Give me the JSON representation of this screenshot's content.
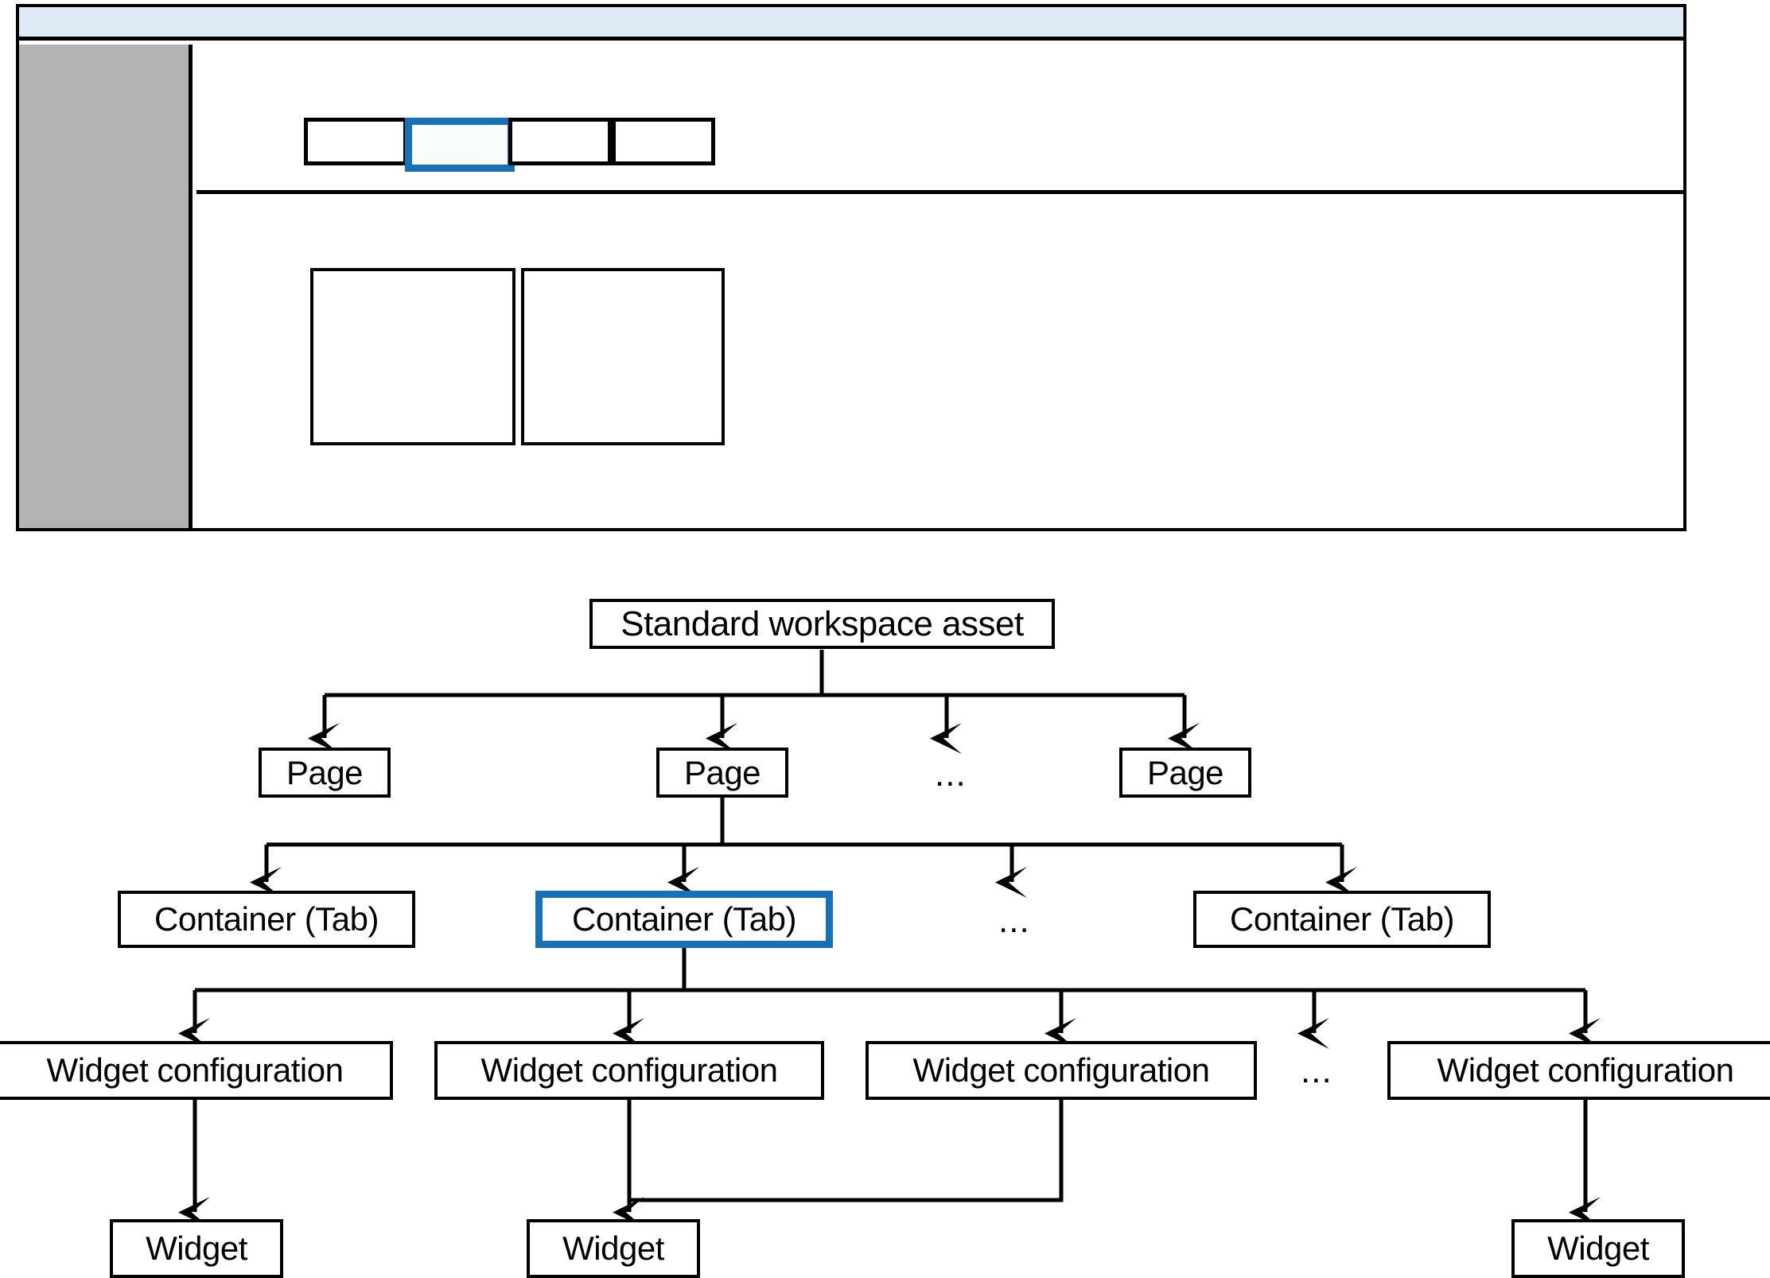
{
  "mockup": {
    "name": "workspace-ui-wireframe",
    "header_bar": {
      "label": "",
      "color": "#dfeaf7"
    },
    "sidebar": {
      "label": "",
      "color": "#b3b3b3"
    },
    "tabs": [
      {
        "label": "",
        "selected": false
      },
      {
        "label": "",
        "selected": true
      },
      {
        "label": "",
        "selected": false
      },
      {
        "label": "",
        "selected": false
      }
    ],
    "widgets": [
      {
        "label": ""
      },
      {
        "label": ""
      }
    ],
    "accent_color": "#1671b8"
  },
  "tree": {
    "root": {
      "label": "Standard workspace asset"
    },
    "pages": [
      {
        "label": "Page"
      },
      {
        "label": "Page"
      },
      {
        "label": "Page"
      }
    ],
    "pages_ellipsis": "...",
    "containers": [
      {
        "label": "Container (Tab)",
        "highlighted": false
      },
      {
        "label": "Container (Tab)",
        "highlighted": true
      },
      {
        "label": "Container (Tab)",
        "highlighted": false
      }
    ],
    "containers_ellipsis": "...",
    "widget_configurations": [
      {
        "label": "Widget configuration"
      },
      {
        "label": "Widget configuration"
      },
      {
        "label": "Widget configuration"
      },
      {
        "label": "Widget configuration"
      }
    ],
    "widget_configurations_ellipsis": "...",
    "widgets": [
      {
        "label": "Widget"
      },
      {
        "label": "Widget"
      },
      {
        "label": "Widget"
      }
    ],
    "accent_color": "#1671b8",
    "line_color": "#000000"
  }
}
